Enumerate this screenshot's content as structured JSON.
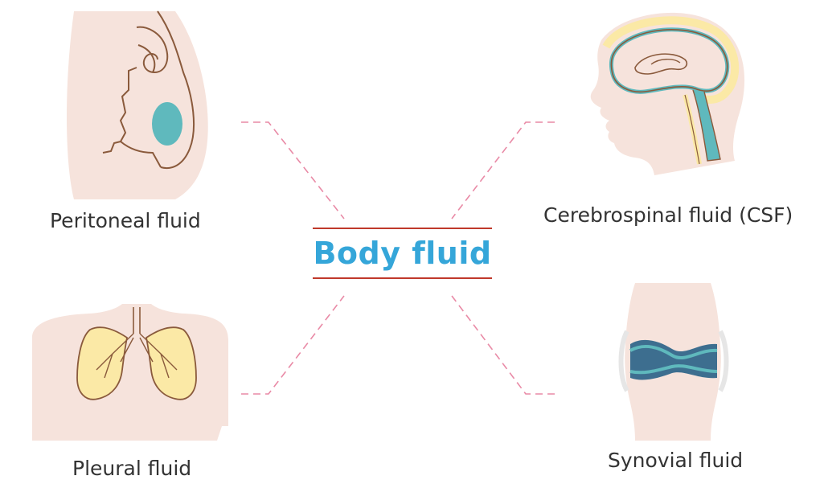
{
  "title": "Body fluid",
  "items": {
    "peritoneal": {
      "label": "Peritoneal fluid",
      "icon": "abdomen-icon"
    },
    "csf": {
      "label": "Cerebrospinal fluid (CSF)",
      "icon": "head-brain-icon"
    },
    "pleural": {
      "label": "Pleural fluid",
      "icon": "chest-lungs-icon"
    },
    "synovial": {
      "label": "Synovial fluid",
      "icon": "knee-joint-icon"
    }
  },
  "colors": {
    "title": "#35a6d9",
    "title_rules": "#c0392b",
    "connector": "#e98aa6",
    "skin": "#f6e3dc",
    "fluid": "#5fb9bd",
    "lung": "#fbe9a6",
    "outline": "#8a5a3c"
  }
}
